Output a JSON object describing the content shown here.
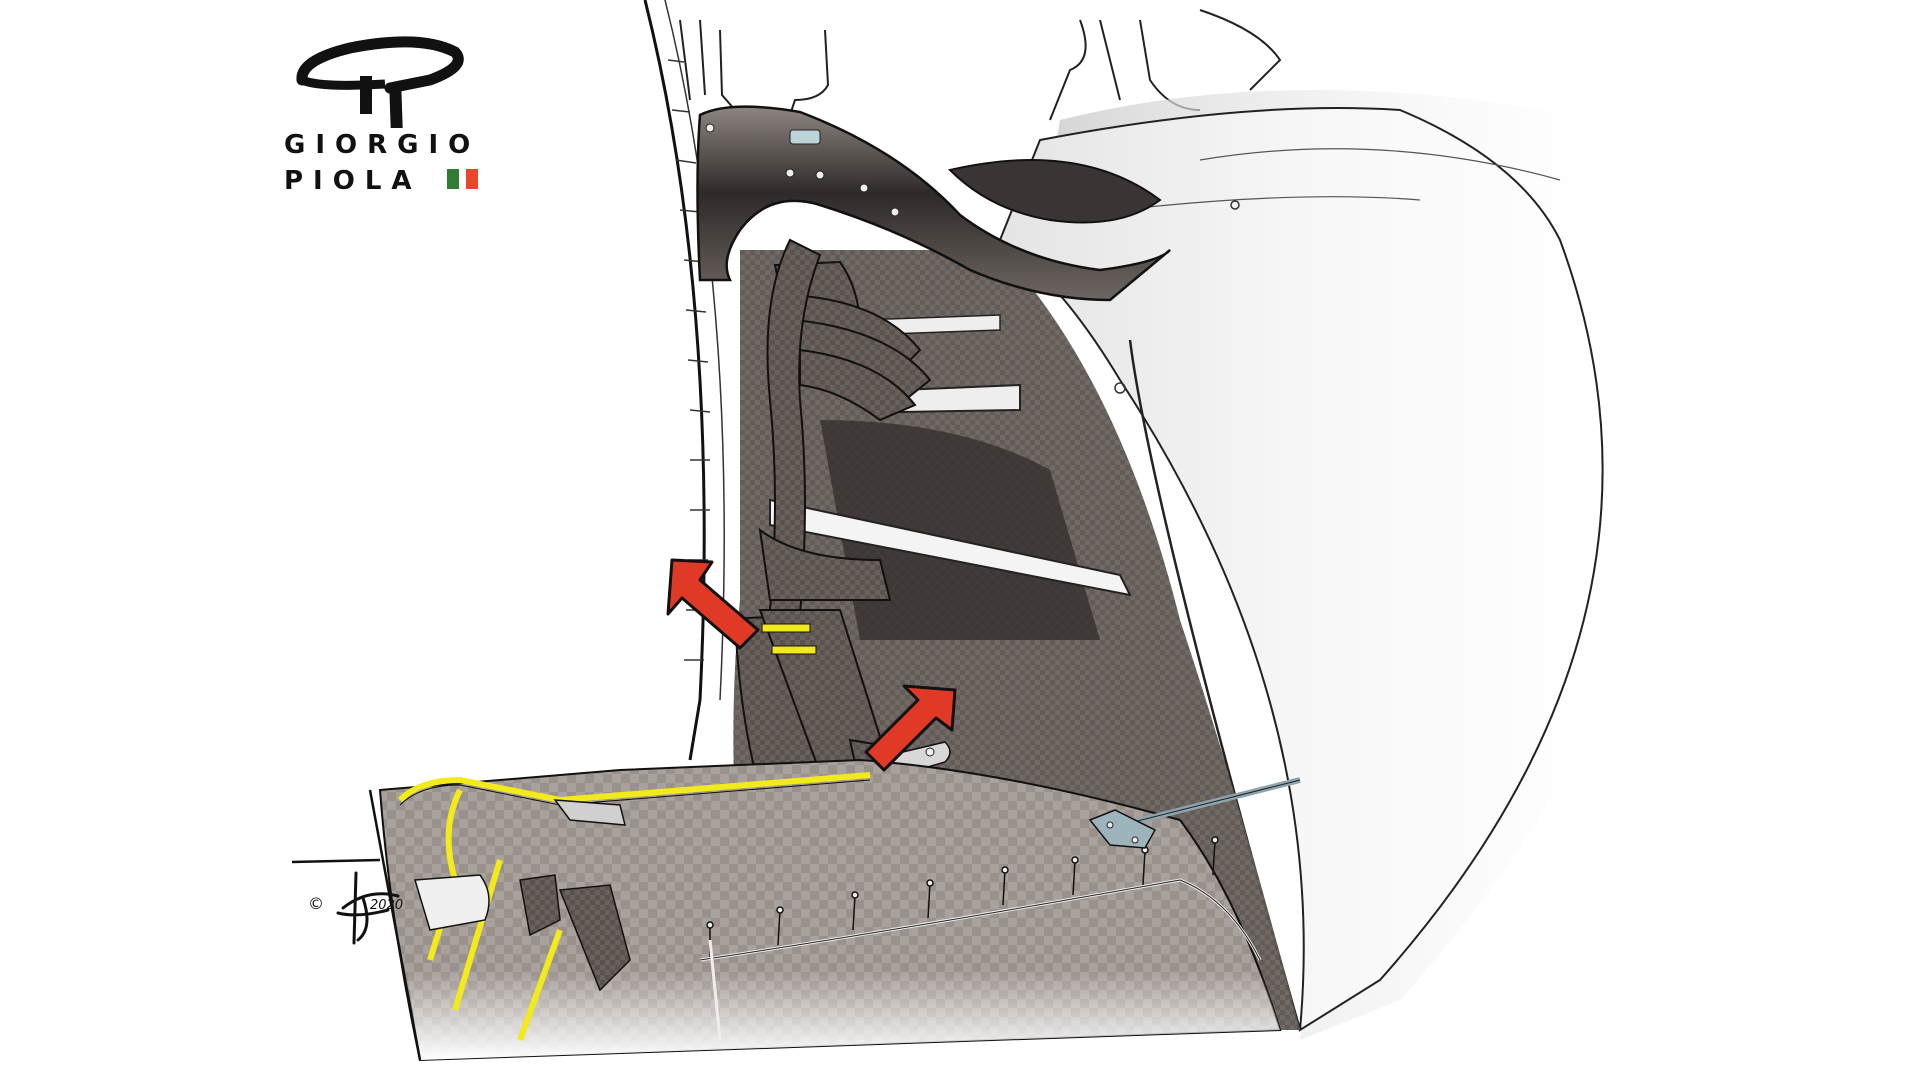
{
  "logo": {
    "monogram": "GP",
    "line1": "GIORGIO",
    "line2": "PIOLA",
    "flag_colors": {
      "green": "#2e7d32",
      "red": "#e8472a"
    }
  },
  "signature": {
    "mark": "©",
    "year": "2020"
  },
  "illustration": {
    "subject": "F1 car sidepod / bargeboard and floor detail",
    "highlights": [
      {
        "id": "arrow-upper",
        "color": "#e03a26",
        "points_to": "bargeboard vertical slot (yellow-edged)"
      },
      {
        "id": "arrow-lower",
        "color": "#e03a26",
        "points_to": "floor edge fence slot (yellow-edged)"
      }
    ],
    "highlight_edge_color": "#f2ea1a",
    "carbon_color": "#5e5652",
    "bodywork_color": "#f2f2f2"
  }
}
